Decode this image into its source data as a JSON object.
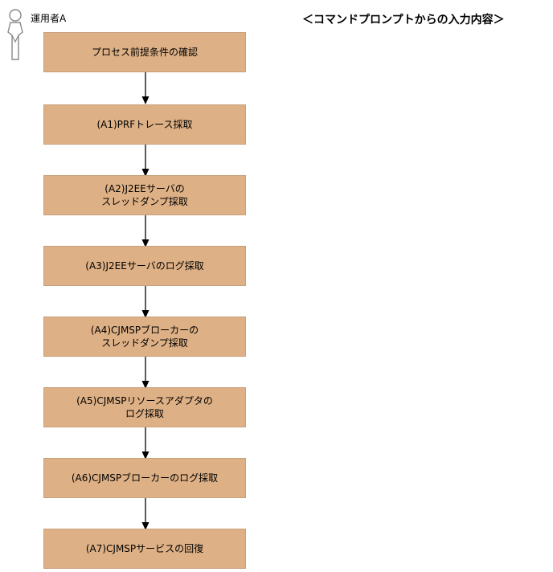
{
  "actor": {
    "label": "運用者A",
    "icon": "person-icon"
  },
  "header": {
    "title": "＜コマンドプロンプトからの入力内容＞"
  },
  "steps": [
    {
      "label": "プロセス前提条件の確認"
    },
    {
      "label": "(A1)PRFトレース採取"
    },
    {
      "label": "(A2)J2EEサーバの\nスレッドダンプ採取"
    },
    {
      "label": "(A3)J2EEサーバのログ採取"
    },
    {
      "label": "(A4)CJMSPブローカーの\nスレッドダンプ採取"
    },
    {
      "label": "(A5)CJMSPリソースアダプタの\nログ採取"
    },
    {
      "label": "(A6)CJMSPブローカーのログ採取"
    },
    {
      "label": "(A7)CJMSPサービスの回復"
    }
  ],
  "colors": {
    "step_fill": "#deb085",
    "step_border": "#c8a07a",
    "arrow": "#000000",
    "actor": "#888888"
  }
}
